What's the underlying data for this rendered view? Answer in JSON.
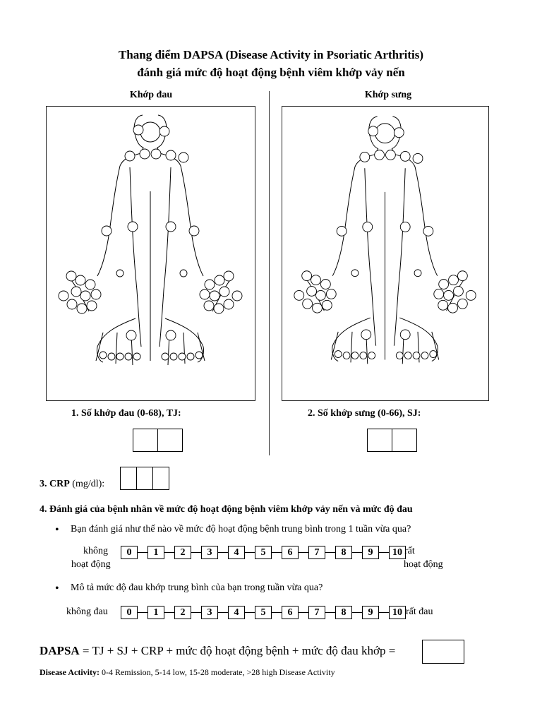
{
  "header": {
    "title_line1": "Thang điểm DAPSA (Disease Activity in Psoriatic Arthritis)",
    "title_line2": "đánh giá mức độ hoạt động bệnh viêm khớp vảy nến"
  },
  "columns": {
    "left_heading": "Khớp đau",
    "right_heading": "Khớp sưng"
  },
  "questions": {
    "q1_label": "1. Số khớp đau (0-68), TJ:",
    "q2_label": "2. Số khớp sưng (0-66), SJ:",
    "q3_label": "3. CRP",
    "q3_unit": "(mg/dl):",
    "q4_label": "4. Đánh giá của bệnh nhân về mức độ hoạt động bệnh viêm khớp vảy nến và mức độ đau",
    "q4a_text": "Bạn đánh giá như thế nào về mức độ hoạt động bệnh trung bình trong 1 tuần vừa qua?",
    "q4a_low_1": "không",
    "q4a_low_2": "hoạt động",
    "q4a_high_1": "rất",
    "q4a_high_2": "hoạt động",
    "q4b_text": "Mô tả mức độ đau khớp trung bình của bạn trong tuần vừa qua?",
    "q4b_low": "không đau",
    "q4b_high": "rất đau"
  },
  "scale": [
    "0",
    "1",
    "2",
    "3",
    "4",
    "5",
    "6",
    "7",
    "8",
    "9",
    "10"
  ],
  "formula": {
    "name": "DAPSA",
    "rest": "= TJ + SJ + CRP + mức độ hoạt động bệnh + mức độ đau khớp ="
  },
  "footer": {
    "label": "Disease Activity:",
    "text": "0-4 Remission, 5-14 low, 15-28 moderate, >28 high Disease Activity"
  }
}
